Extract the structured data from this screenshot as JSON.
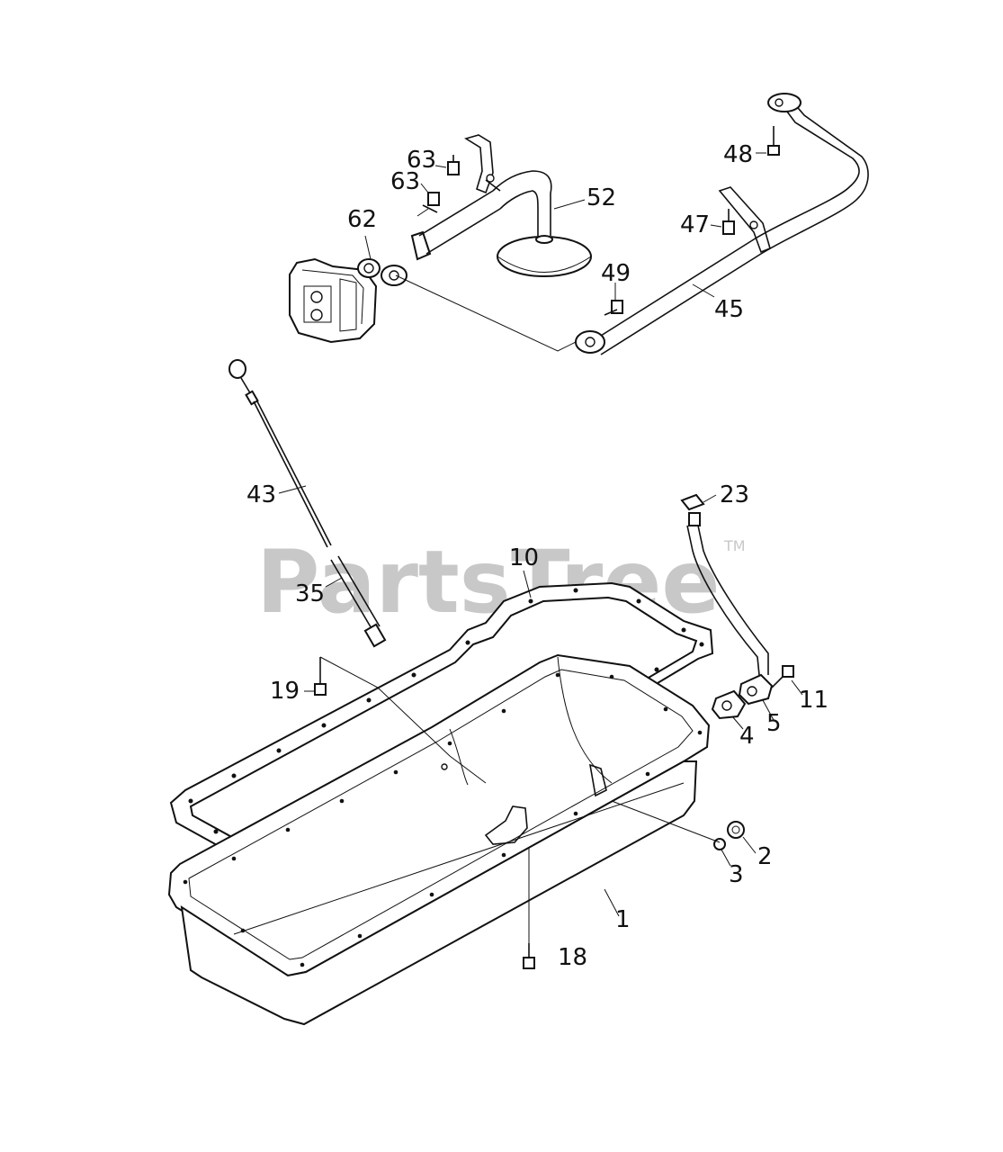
{
  "watermark": {
    "text": "PartsTree",
    "trademark": "TM"
  },
  "callouts": [
    {
      "id": "c48",
      "text": "48"
    },
    {
      "id": "c63a",
      "text": "63"
    },
    {
      "id": "c63b",
      "text": "63"
    },
    {
      "id": "c52",
      "text": "52"
    },
    {
      "id": "c62",
      "text": "62"
    },
    {
      "id": "c47",
      "text": "47"
    },
    {
      "id": "c49",
      "text": "49"
    },
    {
      "id": "c45",
      "text": "45"
    },
    {
      "id": "c43",
      "text": "43"
    },
    {
      "id": "c23",
      "text": "23"
    },
    {
      "id": "c10",
      "text": "10"
    },
    {
      "id": "c35",
      "text": "35"
    },
    {
      "id": "c19",
      "text": "19"
    },
    {
      "id": "c11",
      "text": "11"
    },
    {
      "id": "c5",
      "text": "5"
    },
    {
      "id": "c4",
      "text": "4"
    },
    {
      "id": "c2",
      "text": "2"
    },
    {
      "id": "c3",
      "text": "3"
    },
    {
      "id": "c1",
      "text": "1"
    },
    {
      "id": "c18",
      "text": "18"
    }
  ]
}
